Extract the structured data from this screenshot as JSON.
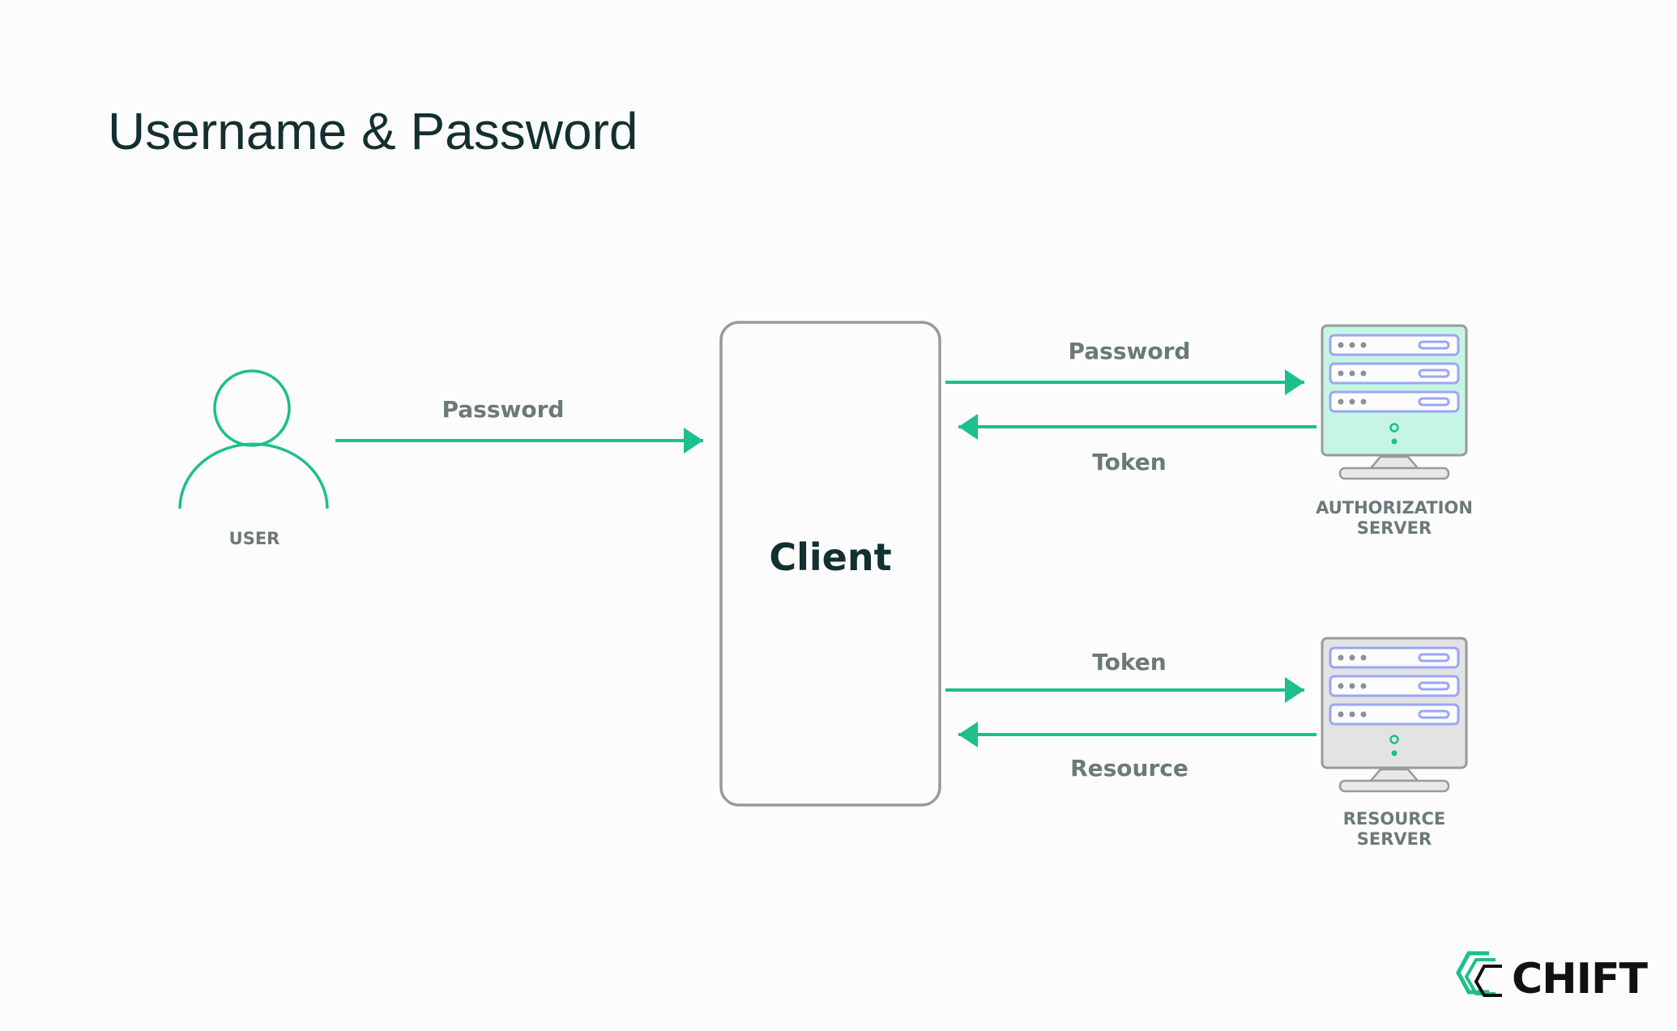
{
  "title": "Username & Password",
  "user": {
    "caption": "USER"
  },
  "client": {
    "label": "Client"
  },
  "arrows": {
    "user_to_client": "Password",
    "client_to_auth": "Password",
    "auth_to_client": "Token",
    "client_to_resource": "Token",
    "resource_to_client": "Resource"
  },
  "auth_server": {
    "caption_line1": "AUTHORIZATION",
    "caption_line2": "SERVER"
  },
  "resource_server": {
    "caption_line1": "RESOURCE",
    "caption_line2": "SERVER"
  },
  "brand": {
    "name": "CHIFT"
  },
  "colors": {
    "accent": "#1dbf8c",
    "dark_text": "#12302f",
    "muted_text": "#6b7a78",
    "box_stroke": "#9a9a9a",
    "auth_server_fill": "#c6f6e3",
    "resource_server_fill": "#e3e3e3",
    "rack_stroke": "#9aa6f5"
  },
  "icons": [
    "user-icon",
    "authorization-server-icon",
    "resource-server-icon",
    "chift-logo-icon"
  ]
}
